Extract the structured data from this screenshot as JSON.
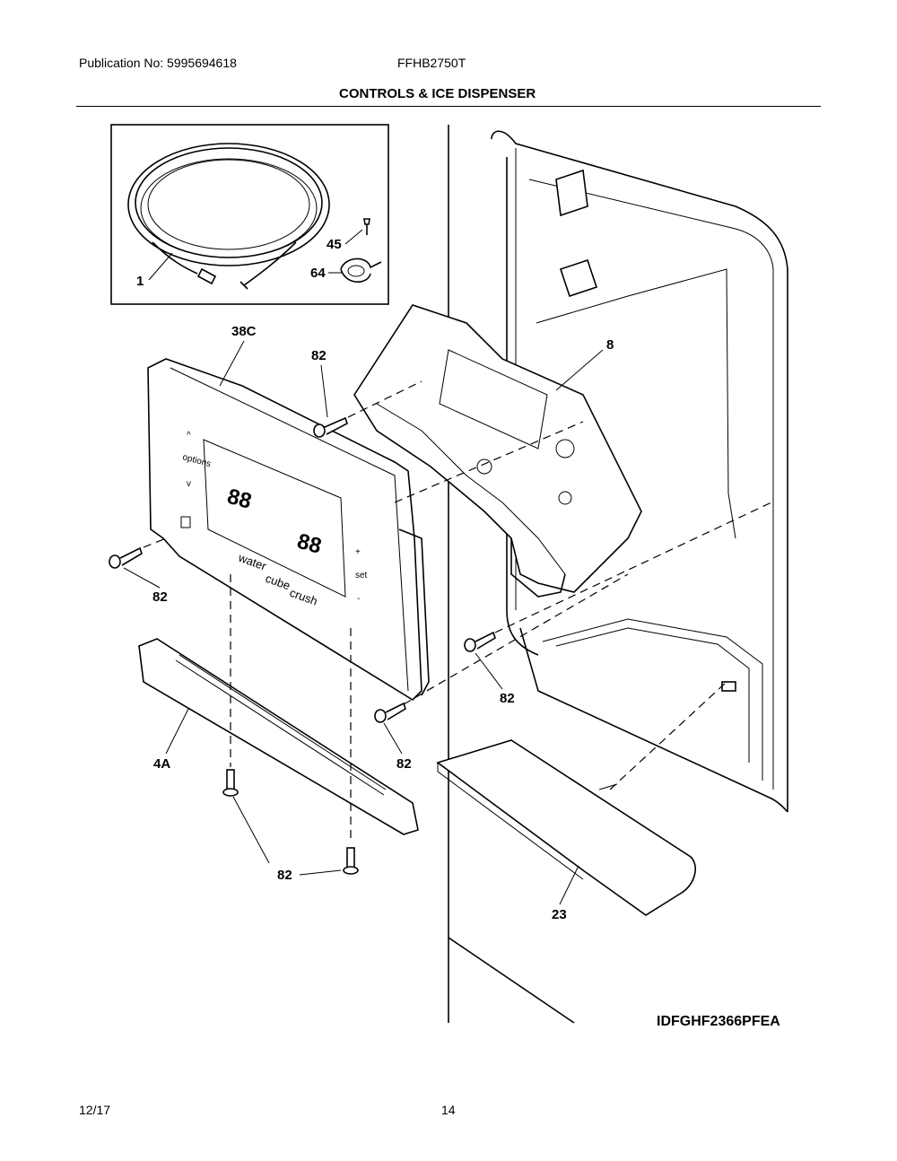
{
  "header": {
    "publication": "Publication No: 5995694618",
    "model": "FFHB2750T",
    "section_title": "CONTROLS & ICE DISPENSER"
  },
  "diagram": {
    "callouts": {
      "tubing": "1",
      "screw_small": "45",
      "clamp": "64",
      "control_panel": "38C",
      "screw_top": "82",
      "screw_left": "82",
      "screw_right_mid": "82",
      "screw_lower": "82",
      "screw_bottom": "82",
      "dispenser_housing": "8",
      "trim": "4A",
      "drip_tray": "23"
    },
    "panel_text": {
      "up": "^",
      "options": "options",
      "down": "v",
      "display_left": "88",
      "display_right": "88",
      "water": "water",
      "cube": "cube",
      "crush": "crush",
      "plus": "+",
      "set": "set",
      "minus": "-"
    },
    "diagram_id": "IDFGHF2366PFEA"
  },
  "footer": {
    "date": "12/17",
    "page": "14"
  }
}
